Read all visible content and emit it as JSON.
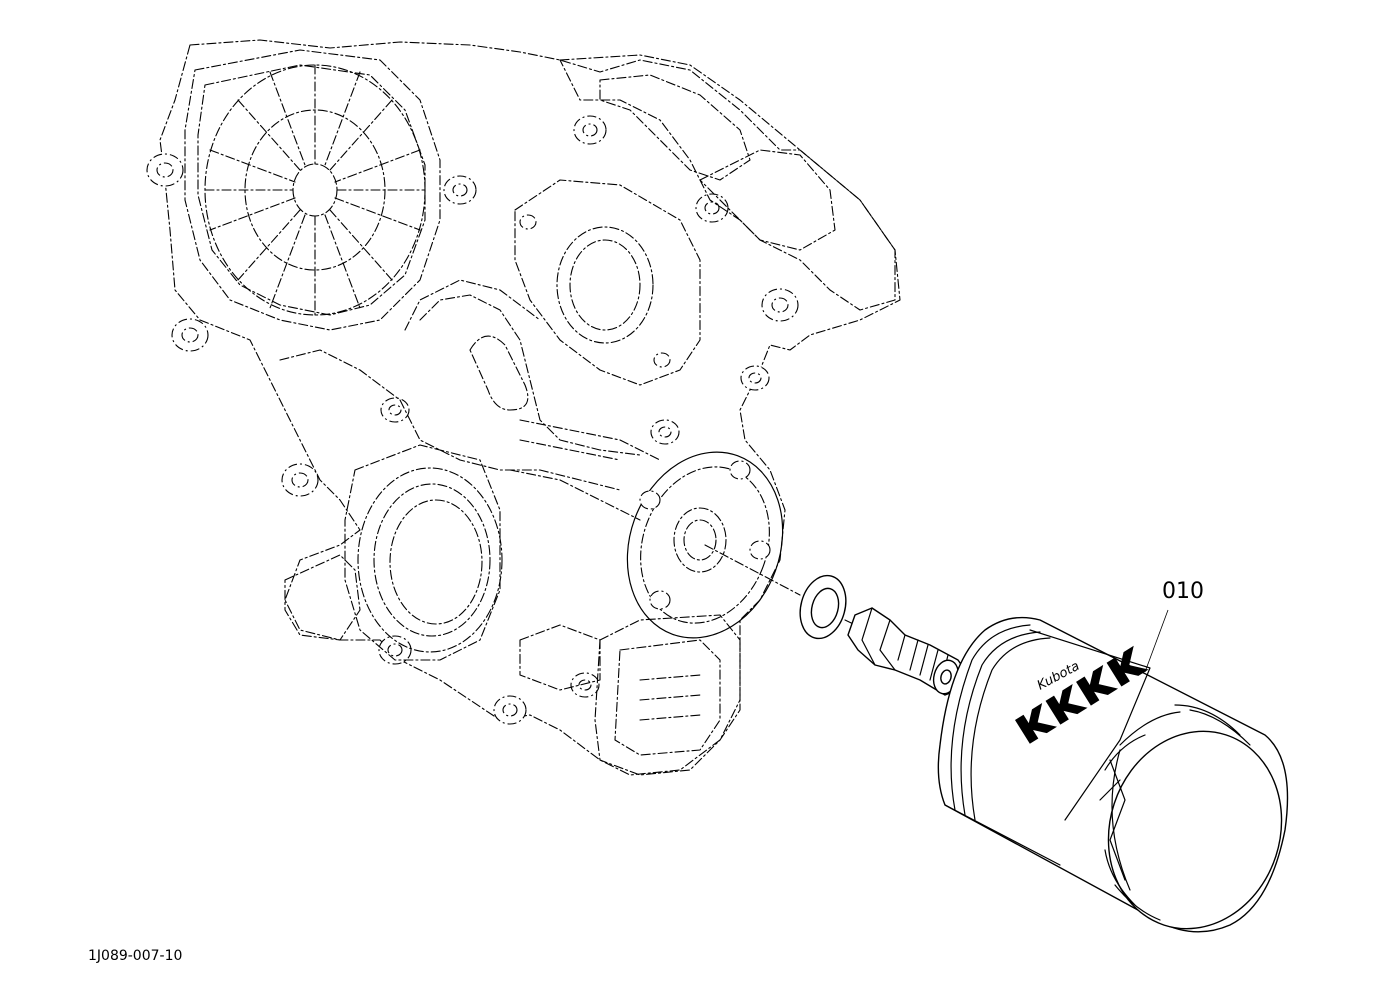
{
  "diagram": {
    "figure_id": "1J089-007-10",
    "parts": [
      {
        "callout": "010"
      }
    ],
    "filter_brand": "Kubota",
    "colors": {
      "line": "#000000",
      "background": "#ffffff"
    }
  }
}
